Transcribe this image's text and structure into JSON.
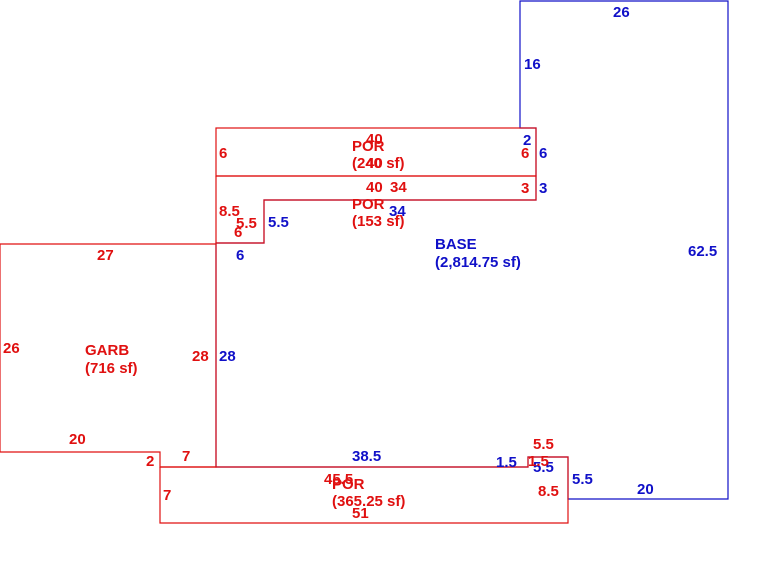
{
  "colors": {
    "red": "#e01010",
    "blue": "#1010c8",
    "background": "#ffffff"
  },
  "areas": {
    "base": {
      "name": "BASE",
      "area": "(2,814.75 sf)"
    },
    "garb": {
      "name": "GARB",
      "area": "(716 sf)"
    },
    "por_top": {
      "name": "POR",
      "area": "(240 sf)"
    },
    "por_mid": {
      "name": "POR",
      "area": "(153 sf)"
    },
    "por_bottom": {
      "name": "POR",
      "area": "(365.25 sf)"
    }
  },
  "dimensions": {
    "blue": {
      "top": "26",
      "left_upper": "16",
      "step_2": "2",
      "step_6": "6",
      "step_3": "3",
      "inner_34": "34",
      "inner_5_5": "5.5",
      "inner_6": "6",
      "right": "62.5",
      "left_28": "28",
      "bottom_38_5": "38.5",
      "notch_1_5": "1.5",
      "notch_5_5": "5.5",
      "notch_side_5_5": "5.5",
      "bottom_20": "20"
    },
    "red": {
      "por_top_40a": "40",
      "por_top_40b": "40",
      "por_top_left_6": "6",
      "por_top_right_6": "6",
      "por_mid_40": "40",
      "por_mid_34": "34",
      "por_mid_3": "3",
      "por_mid_8_5": "8.5",
      "por_mid_5_5": "5.5",
      "por_mid_6": "6",
      "garb_top_27": "27",
      "garb_left_26": "26",
      "garb_right_28": "28",
      "garb_bottom_20": "20",
      "garb_2": "2",
      "garb_7": "7",
      "por_bot_7": "7",
      "por_bot_45_5": "45.5",
      "por_bot_51": "51",
      "por_bot_5_5": "5.5",
      "por_bot_1_5": "1.5",
      "por_bot_8_5": "8.5"
    }
  }
}
